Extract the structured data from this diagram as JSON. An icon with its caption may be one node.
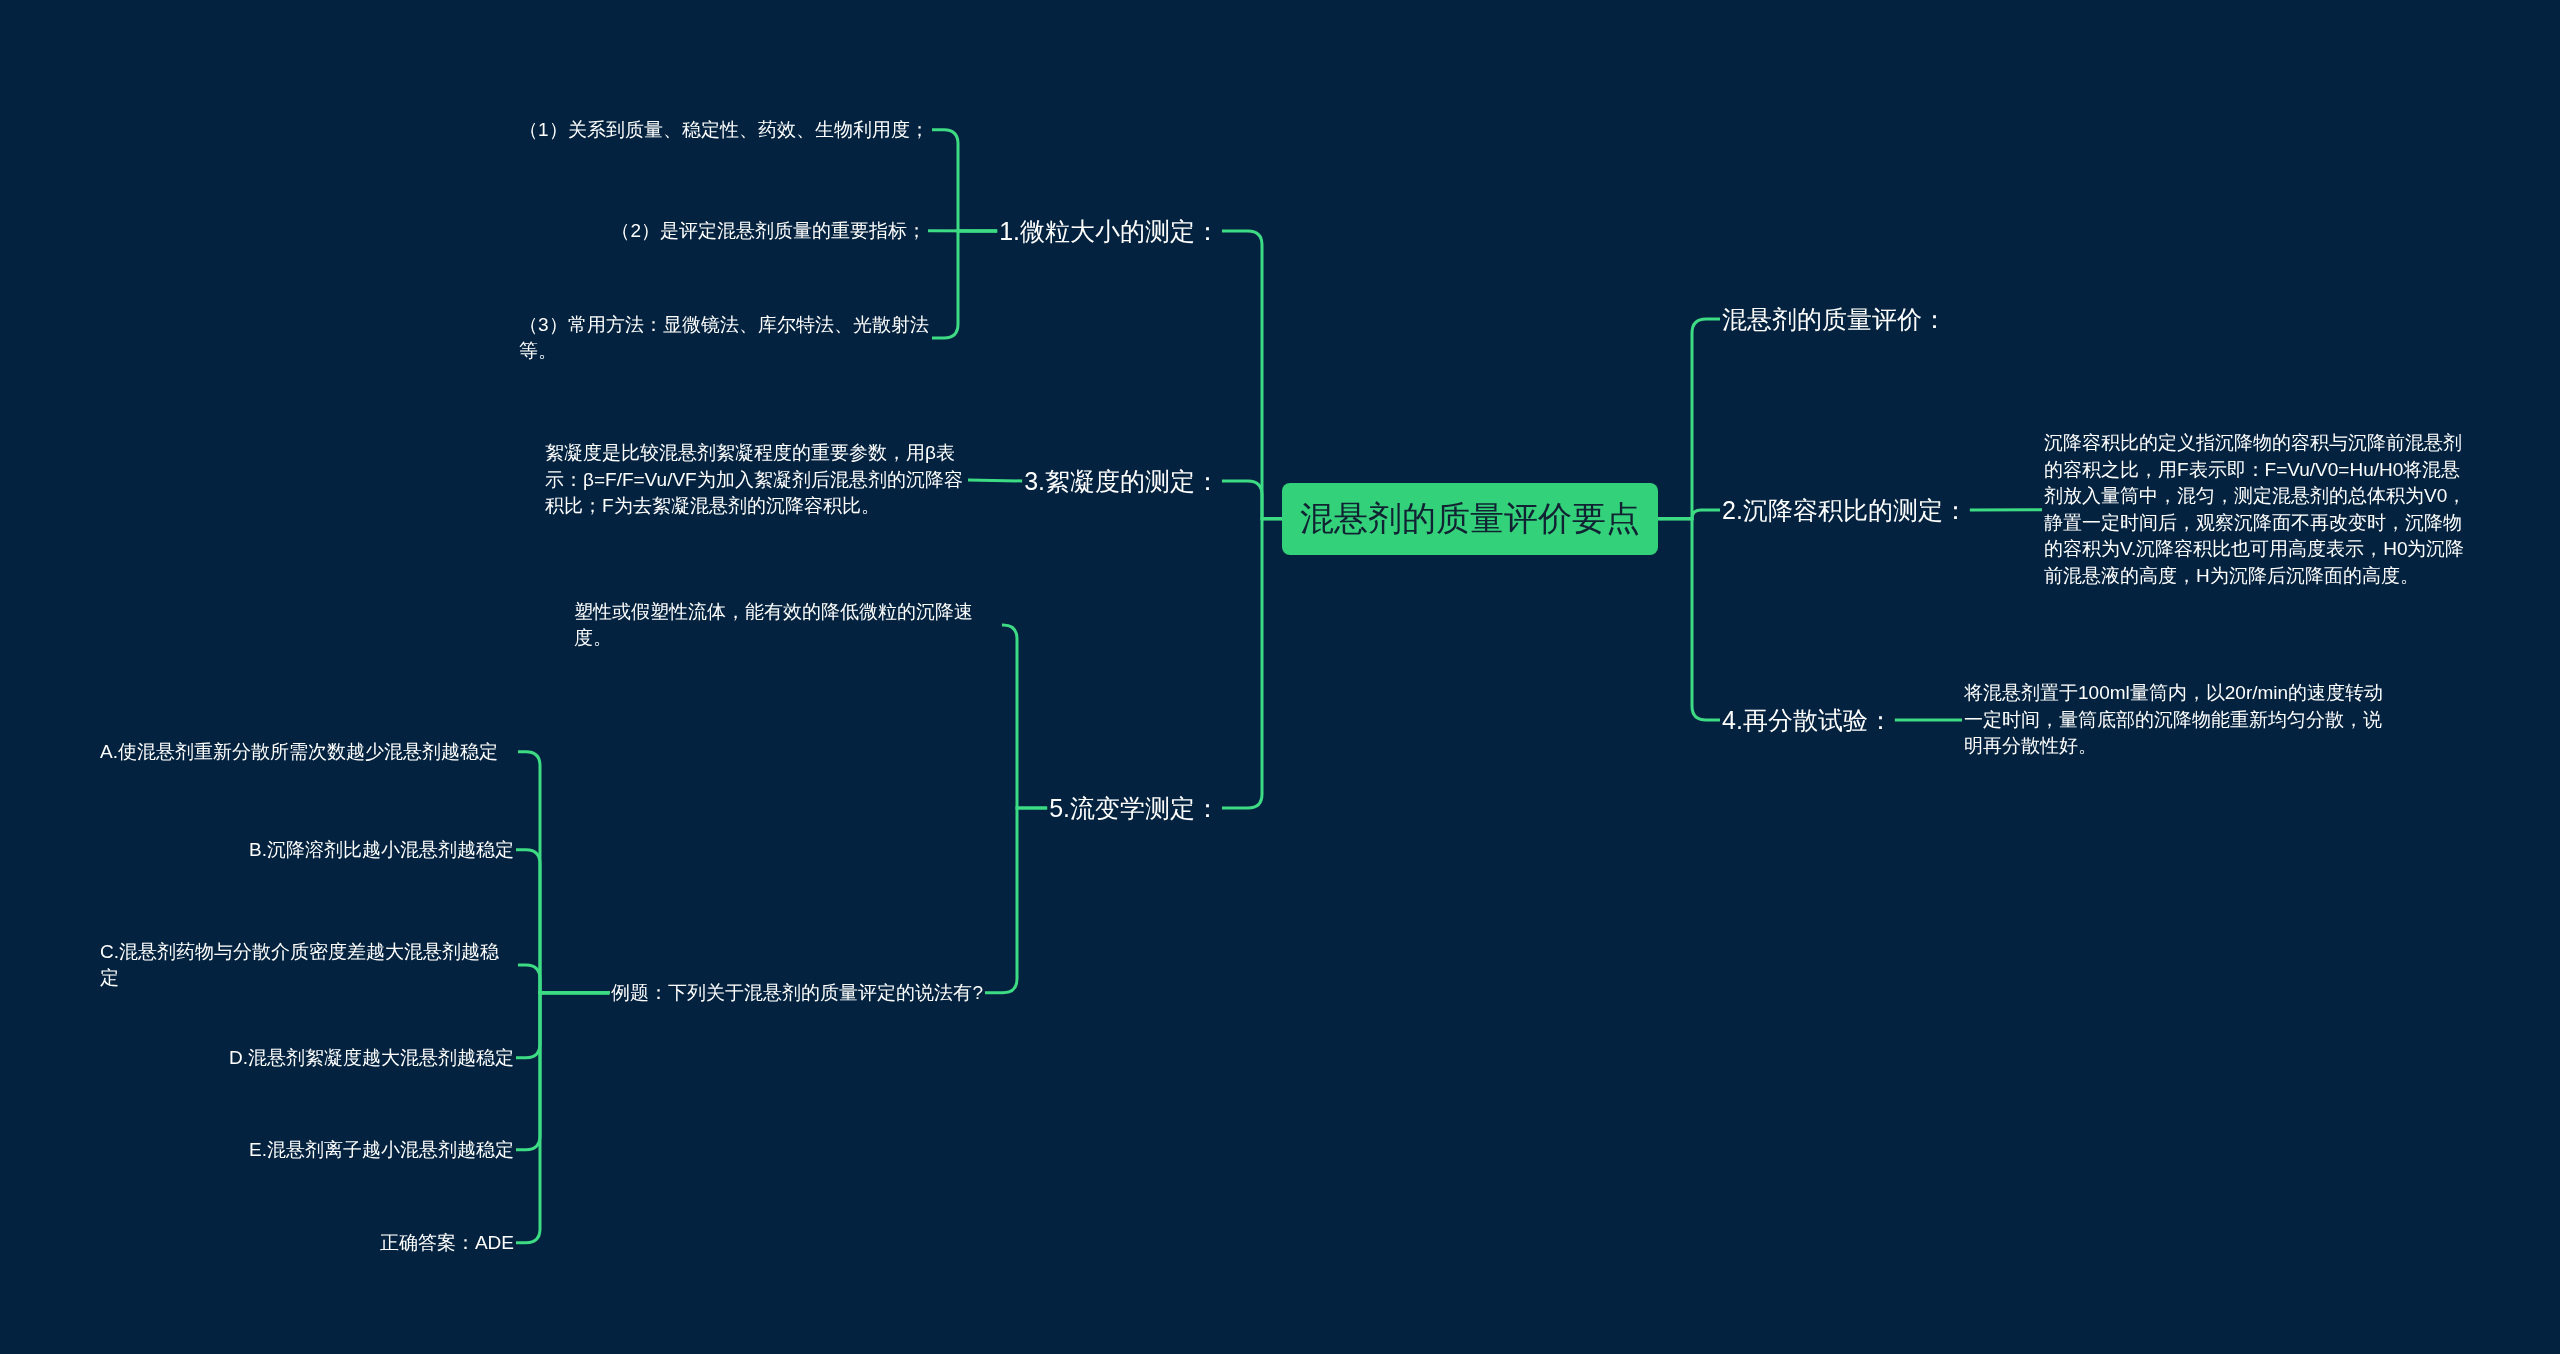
{
  "diagram": {
    "nodes": [
      {
        "text": [
          "混悬剂的质量评价要点"
        ]
      },
      {
        "text": [
          "1.微粒大小的测定："
        ]
      },
      {
        "text": [
          "（1）关系到质量、稳定性、药效、生物利用度；"
        ]
      },
      {
        "text": [
          "（2）是评定混悬剂质量的重要指标；"
        ]
      },
      {
        "text": [
          "（3）常用方法：显微镜法、库尔特法、光散射法等。"
        ]
      },
      {
        "text": [
          "3.絮凝度的测定："
        ]
      },
      {
        "text": [
          "絮凝度是比较混悬剂絮凝程度的重要参数，用β表示：β=F/F=Vu/VF为加入絮凝剂后混悬剂的沉降容积比；F为去絮凝混悬剂的沉降容积比。"
        ]
      },
      {
        "text": [
          "5.流变学测定："
        ]
      },
      {
        "text": [
          "塑性或假塑性流体，能有效的降低微粒的沉降速度。"
        ]
      },
      {
        "text": [
          "例题：下列关于混悬剂的质量评定的说法有?"
        ]
      },
      {
        "text": [
          "A.使混悬剂重新分散所需次数越少混悬剂越稳定"
        ]
      },
      {
        "text": [
          "B.沉降溶剂比越小混悬剂越稳定"
        ]
      },
      {
        "text": [
          "C.混悬剂药物与分散介质密度差越大混悬剂越稳定"
        ]
      },
      {
        "text": [
          "D.混悬剂絮凝度越大混悬剂越稳定"
        ]
      },
      {
        "text": [
          "E.混悬剂离子越小混悬剂越稳定"
        ]
      },
      {
        "text": [
          "正确答案：ADE"
        ]
      },
      {
        "text": [
          "混悬剂的质量评价："
        ]
      },
      {
        "text": [
          "2.沉降容积比的测定："
        ]
      },
      {
        "text": [
          "沉降容积比的定义指沉降物的容积与沉降前混悬剂的容积之比，用F表示即：F=Vu/V0=Hu/H0将混悬剂放入量筒中，混匀，测定混悬剂的总体积为V0，静置一定时间后，观察沉降面不再改变时，沉降物的容积为V.沉降容积比也可用高度表示，H0为沉降前混悬液的高度，H为沉降后沉降面的高度。"
        ]
      },
      {
        "text": [
          "4.再分散试验："
        ]
      },
      {
        "text": [
          "将混悬剂置于100ml量筒内，以20r/min的速度转动一定时间，量筒底部的沉降物能重新均匀分散，说明再分散性好。"
        ]
      }
    ],
    "edges": [
      {
        "from": 0,
        "to": 1,
        "arrow": "none"
      },
      {
        "from": 1,
        "to": 2,
        "arrow": "none"
      },
      {
        "from": 1,
        "to": 3,
        "arrow": "none"
      },
      {
        "from": 1,
        "to": 4,
        "arrow": "none"
      },
      {
        "from": 0,
        "to": 5,
        "arrow": "none"
      },
      {
        "from": 5,
        "to": 6,
        "arrow": "none"
      },
      {
        "from": 0,
        "to": 7,
        "arrow": "none"
      },
      {
        "from": 7,
        "to": 8,
        "arrow": "none"
      },
      {
        "from": 7,
        "to": 9,
        "arrow": "none"
      },
      {
        "from": 9,
        "to": 10,
        "arrow": "none"
      },
      {
        "from": 9,
        "to": 11,
        "arrow": "none"
      },
      {
        "from": 9,
        "to": 12,
        "arrow": "none"
      },
      {
        "from": 9,
        "to": 13,
        "arrow": "none"
      },
      {
        "from": 9,
        "to": 14,
        "arrow": "none"
      },
      {
        "from": 9,
        "to": 15,
        "arrow": "none"
      },
      {
        "from": 0,
        "to": 16,
        "arrow": "none"
      },
      {
        "from": 0,
        "to": 17,
        "arrow": "none"
      },
      {
        "from": 17,
        "to": 18,
        "arrow": "none"
      },
      {
        "from": 0,
        "to": 19,
        "arrow": "none"
      },
      {
        "from": 19,
        "to": 20,
        "arrow": "none"
      }
    ]
  }
}
